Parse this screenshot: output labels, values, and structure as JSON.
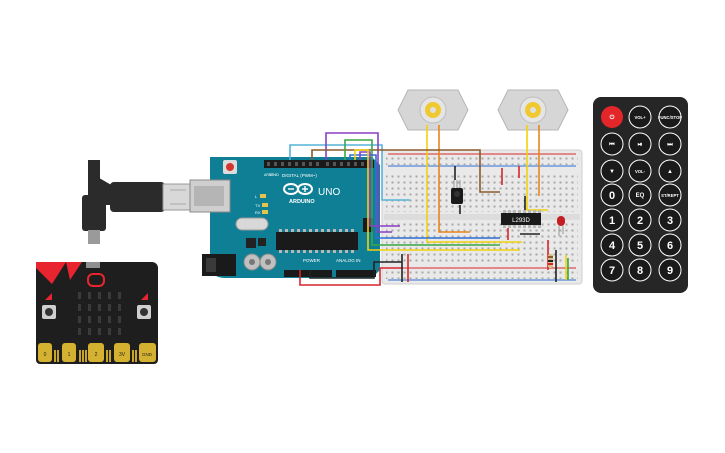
{
  "arduino": {
    "brand": "ARDUINO",
    "model": "UNO",
    "digital_label": "DIGITAL (PWM~)",
    "power_label": "POWER",
    "analog_label": "ANALOG IN",
    "tx_label": "TX",
    "rx_label": "RX",
    "l_label": "L",
    "aref_label": "AREF",
    "gnd_label": "GND"
  },
  "chip": {
    "label": "L293D"
  },
  "microbit": {
    "pins": [
      "0",
      "1",
      "2",
      "3V",
      "GND"
    ]
  },
  "remote": {
    "keys": [
      {
        "id": "power",
        "label": "⏻"
      },
      {
        "id": "vol-up",
        "label": "VOL+"
      },
      {
        "id": "func-stop",
        "label": "FUNC/STOP"
      },
      {
        "id": "prev",
        "label": "⏮"
      },
      {
        "id": "play-pause",
        "label": "⏯"
      },
      {
        "id": "next",
        "label": "⏭"
      },
      {
        "id": "down",
        "label": "▼"
      },
      {
        "id": "vol-down",
        "label": "VOL-"
      },
      {
        "id": "up",
        "label": "▲"
      },
      {
        "id": "0",
        "label": "0"
      },
      {
        "id": "eq",
        "label": "EQ"
      },
      {
        "id": "st-rept",
        "label": "ST/REPT"
      },
      {
        "id": "1",
        "label": "1"
      },
      {
        "id": "2",
        "label": "2"
      },
      {
        "id": "3",
        "label": "3"
      },
      {
        "id": "4",
        "label": "4"
      },
      {
        "id": "5",
        "label": "5"
      },
      {
        "id": "6",
        "label": "6"
      },
      {
        "id": "7",
        "label": "7"
      },
      {
        "id": "8",
        "label": "8"
      },
      {
        "id": "9",
        "label": "9"
      }
    ]
  },
  "colors": {
    "arduino_board": "#0f7f96",
    "breadboard": "#e9e9e9",
    "remote_body": "#262626",
    "microbit_body": "#1e1e1e",
    "wire_red": "#d7262b",
    "wire_black": "#222222",
    "wire_yellow": "#f2d10f",
    "wire_orange": "#e8861a",
    "wire_green": "#39a845",
    "wire_blue": "#2f6fd6",
    "wire_purple": "#8b3ec4",
    "wire_brown": "#8a5a2b",
    "wire_cyan": "#55b4d8"
  }
}
